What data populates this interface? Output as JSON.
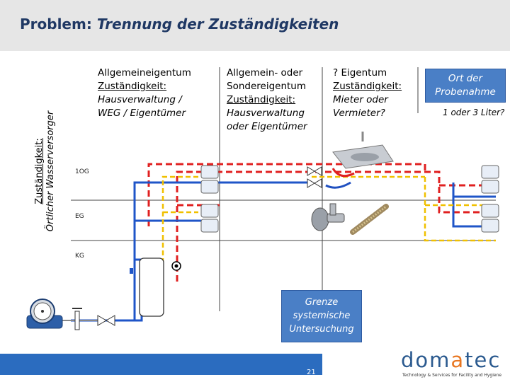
{
  "title": {
    "prefix": "Problem: ",
    "main": "Trennung der Zuständigkeiten"
  },
  "side_label": {
    "line1": "Zuständigkeit:",
    "line2": "Örtlicher Wasserversorger"
  },
  "columns": [
    {
      "heading": "Allgemeineigentum",
      "label": "Zuständigkeit:",
      "line1": "Hausverwaltung /",
      "line2": "WEG / Eigentümer",
      "line3": ""
    },
    {
      "heading": "Allgemein- oder",
      "heading2": "Sondereigentum",
      "label": "Zuständigkeit:",
      "line1": "Hausverwaltung",
      "line2": "oder Eigentümer"
    },
    {
      "heading": "? Eigentum",
      "label": "Zuständigkeit:",
      "line1": "Mieter oder",
      "line2": "Vermieter?"
    }
  ],
  "floors": {
    "upper": "1OG",
    "ground": "EG",
    "basement": "KG"
  },
  "sampling": {
    "line1": "Ort der",
    "line2": "Probenahme",
    "volume": "1 oder 3 Liter?"
  },
  "boundary": {
    "line1": "Grenze",
    "line2": "systemische",
    "line3": "Untersuchung"
  },
  "footer": {
    "page_number": "21",
    "logo_pre": "dom",
    "logo_accent": "a",
    "logo_post": "tec",
    "tagline": "Technology & Services for Facility and Hygiene"
  },
  "colors": {
    "title": "#1f3864",
    "accent_box": "#4a7fc6",
    "hot_water": "#e02020",
    "cold_water": "#1f55c8",
    "circulation": "#f0c000",
    "footer_bar": "#2b6cbf"
  },
  "icons": [
    "water-meter-icon",
    "valve-icon",
    "filter-icon",
    "boiler-icon",
    "pump-icon",
    "radiator-icon",
    "angle-valve-icon",
    "hose-icon",
    "sink-icon"
  ]
}
